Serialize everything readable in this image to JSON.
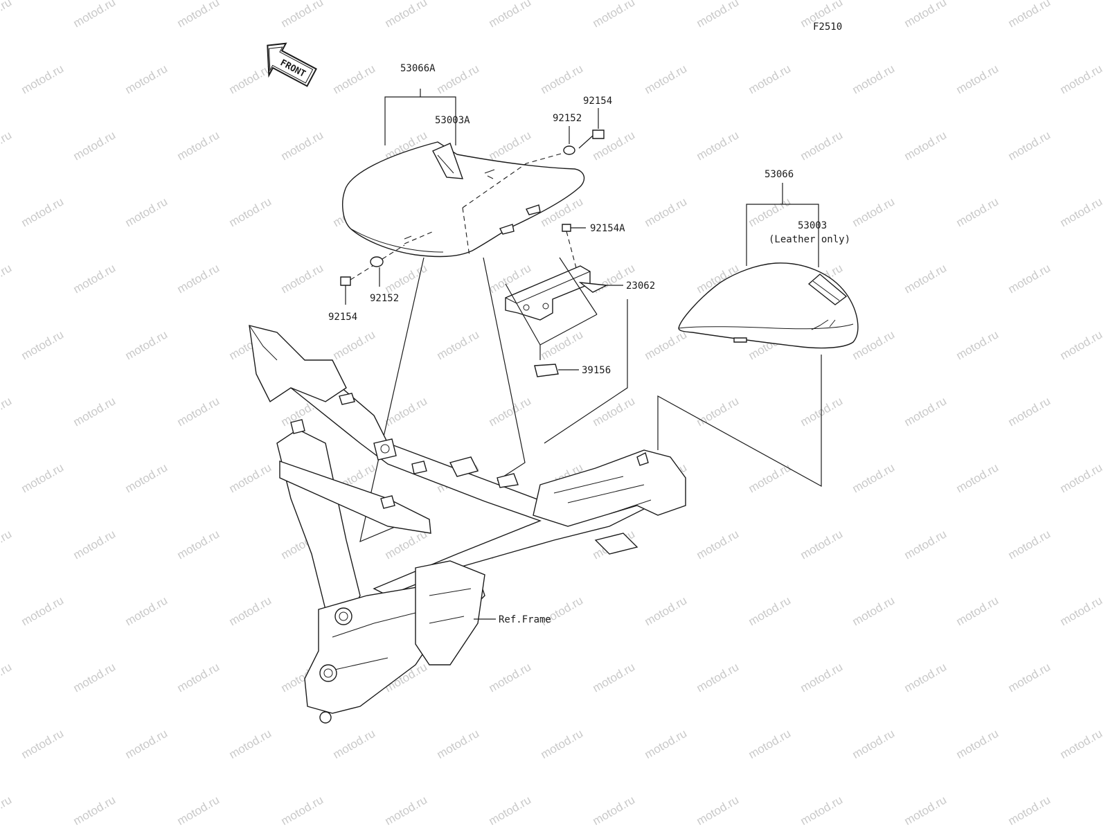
{
  "diagram": {
    "figure_code": "F2510",
    "direction_arrow": "FRONT",
    "watermark": "motod.ru",
    "callouts": {
      "seat_assy_front": "53066A",
      "seat_cover_front": "53003A",
      "bolt_top": "92154",
      "collar_top": "92152",
      "bolt_center": "92154A",
      "bracket": "23062",
      "damper": "39156",
      "bolt_left": "92154",
      "collar_left": "92152",
      "seat_assy_rear": "53066",
      "seat_cover_rear": "53003",
      "seat_cover_rear_note": "(Leather only)",
      "frame_ref": "Ref.Frame"
    }
  }
}
